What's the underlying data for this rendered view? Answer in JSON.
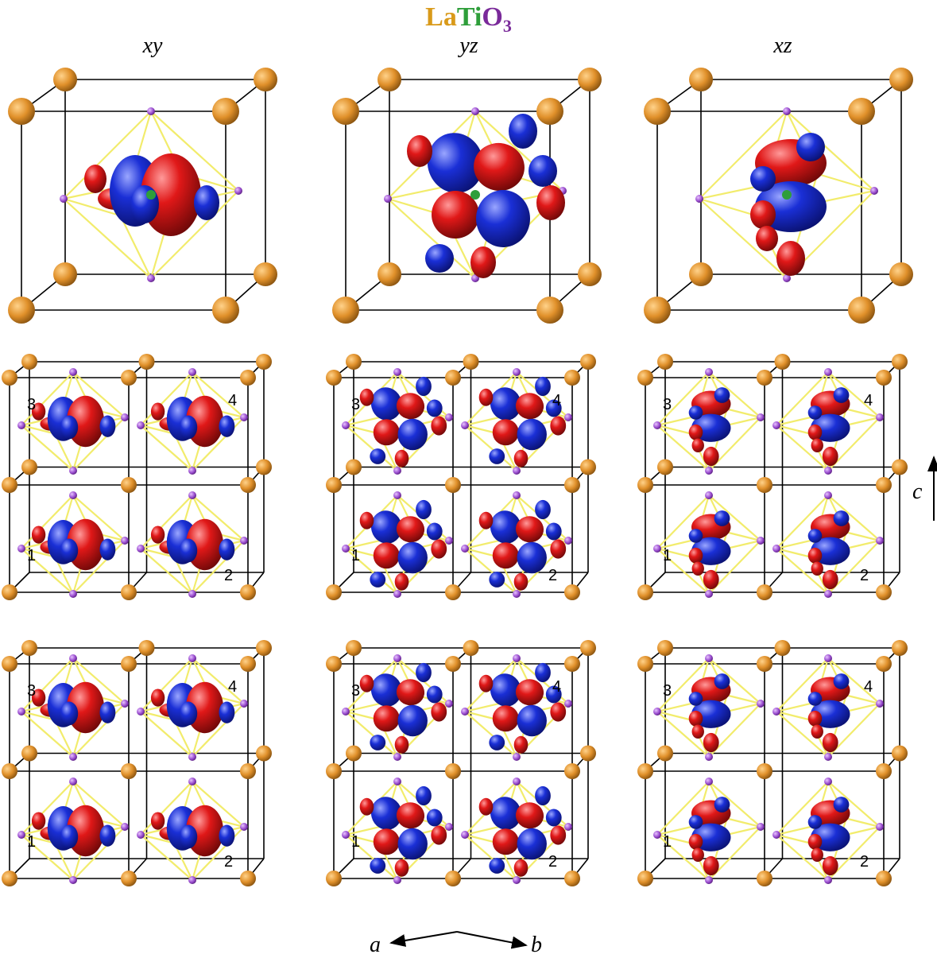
{
  "title": {
    "la": "La",
    "ti": "Ti",
    "o": "O",
    "sub": "3"
  },
  "columns": [
    "xy",
    "yz",
    "xz"
  ],
  "cell_numbers": [
    "1",
    "2",
    "3",
    "4"
  ],
  "axes": {
    "a": "a",
    "b": "b",
    "c": "c"
  },
  "colors": {
    "la": "#e0902a",
    "ti": "#2e9e3a",
    "o": "#9b4fd0",
    "positive": "#d41919",
    "negative": "#1a2fd6",
    "bond": "#f2ec6c"
  }
}
